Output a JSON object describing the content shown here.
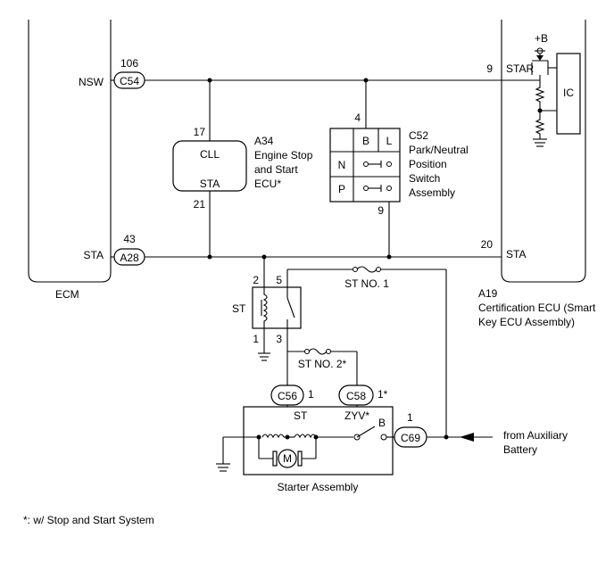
{
  "ecm": {
    "label": "ECM",
    "nsw": "NSW",
    "sta": "STA"
  },
  "connectors": {
    "c54": {
      "name": "C54",
      "pin": "106"
    },
    "a28": {
      "name": "A28",
      "pin": "43"
    },
    "c56": {
      "name": "C56",
      "pin": "1"
    },
    "c58": {
      "name": "C58",
      "pin": "1*"
    },
    "c69": {
      "name": "C69",
      "pin": "1"
    }
  },
  "a34": {
    "title": [
      "A34",
      "Engine Stop",
      "and Start",
      "ECU*"
    ],
    "cll": "CLL",
    "sta": "STA",
    "pin_top": "17",
    "pin_bottom": "21"
  },
  "c52": {
    "title": [
      "C52",
      "Park/Neutral",
      "Position",
      "Switch",
      "Assembly"
    ],
    "col_b": "B",
    "col_l": "L",
    "row_n": "N",
    "row_p": "P",
    "pin_top": "4",
    "pin_bottom": "9"
  },
  "a19": {
    "title": [
      "A19",
      "Certification ECU (Smart",
      "Key ECU Assembly)"
    ],
    "star": "STAR",
    "sta": "STA",
    "pin_star": "9",
    "pin_sta": "20",
    "plus_b": "+B",
    "ic": "IC"
  },
  "st_relay": {
    "label": "ST",
    "pin_2": "2",
    "pin_5": "5",
    "pin_1": "1",
    "pin_3": "3"
  },
  "fuses": {
    "st_no1": "ST NO. 1",
    "st_no2": "ST NO. 2*"
  },
  "starter": {
    "label": "Starter Assembly",
    "st": "ST",
    "zyv": "ZYV*",
    "b": "B",
    "motor": "M"
  },
  "aux_battery": [
    "from Auxiliary",
    "Battery"
  ],
  "footnote": "*: w/ Stop and Start System"
}
